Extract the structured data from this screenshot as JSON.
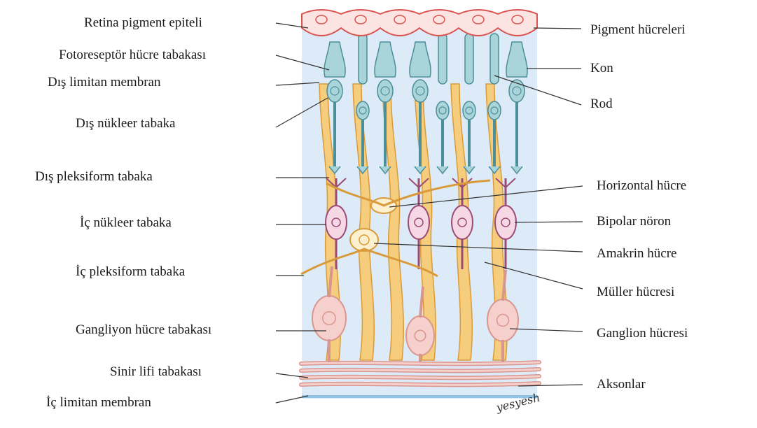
{
  "diagram": {
    "left_labels": [
      "Retina pigment epiteli",
      "Fotoreseptör hücre tabakası",
      "Dış limitan membran",
      "Dış nükleer tabaka",
      "Dış pleksiform tabaka",
      "İç nükleer tabaka",
      "İç pleksiform tabaka",
      "Gangliyon hücre tabakası",
      "Sinir lifi tabakası",
      "İç limitan membran"
    ],
    "right_labels": [
      "Pigment hücreleri",
      "Kon",
      "Rod",
      "Horizontal hücre",
      "Bipolar nöron",
      "Amakrin hücre",
      "Müller hücresi",
      "Ganglion hücresi",
      "Aksonlar"
    ],
    "signature": "yesyesh",
    "colors": {
      "background_panel": "#dcebf7",
      "pigment_fill": "#fbe4e2",
      "pigment_stroke": "#d9534f",
      "photoreceptor_fill": "#a9d4d9",
      "photoreceptor_stroke": "#4c8f99",
      "muller_fill": "#f6cc7d",
      "muller_stroke": "#d99b3a",
      "bipolar_fill": "#f6d8e4",
      "bipolar_stroke": "#9b4b76",
      "ganglion_fill": "#f6d0cc",
      "ganglion_stroke": "#d9968e",
      "leader_line": "#333333"
    }
  }
}
